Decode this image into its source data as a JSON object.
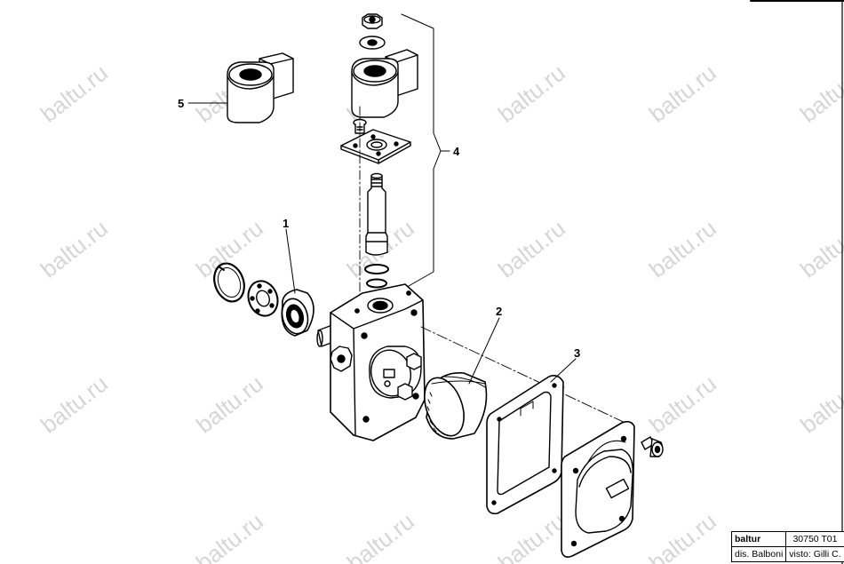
{
  "watermark_text": "baltu.ru",
  "callouts": [
    {
      "id": "1",
      "label": "1"
    },
    {
      "id": "2",
      "label": "2"
    },
    {
      "id": "3",
      "label": "3"
    },
    {
      "id": "4",
      "label": "4"
    },
    {
      "id": "5",
      "label": "5"
    }
  ],
  "title_block": {
    "brand": "baltur",
    "drawing_number": "30750 T01",
    "drawn_by": "dis. Balboni",
    "checked_by": "visto: Gilli C."
  }
}
